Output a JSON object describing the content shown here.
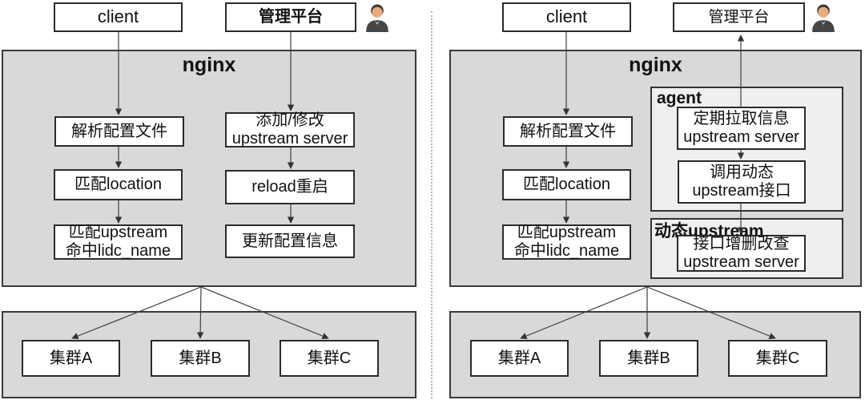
{
  "colors": {
    "container_fill": "#d9d9d9",
    "subcontainer_fill": "#efefef",
    "box_fill": "#ffffff",
    "border": "#333333",
    "connector_line": "#404040",
    "divider": "#b3b3b3",
    "text": "#111111",
    "person_body": "#454545",
    "person_skin": "#e9aa7d"
  },
  "icons": {
    "person": "user-bust-icon"
  },
  "left_diagram": {
    "client": "client",
    "admin_platform": "管理平台",
    "nginx_title": "nginx",
    "steps_request": [
      "解析配置文件",
      "匹配location",
      "匹配upstream\n命中lidc_name"
    ],
    "steps_admin": [
      "添加/修改\nupstream server",
      "reload重启",
      "更新配置信息"
    ],
    "clusters": [
      "集群A",
      "集群B",
      "集群C"
    ]
  },
  "right_diagram": {
    "client": "client",
    "admin_platform": "管理平台",
    "nginx_title": "nginx",
    "steps_request": [
      "解析配置文件",
      "匹配location",
      "匹配upstream\n命中lidc_name"
    ],
    "agent_title": "agent",
    "agent_steps": [
      "定期拉取信息\nupstream server",
      "调用动态\nupstream接口"
    ],
    "dynamic_upstream_title": "动态upstream",
    "dynamic_upstream_step": "接口增删改查\nupstream server",
    "clusters": [
      "集群A",
      "集群B",
      "集群C"
    ]
  }
}
